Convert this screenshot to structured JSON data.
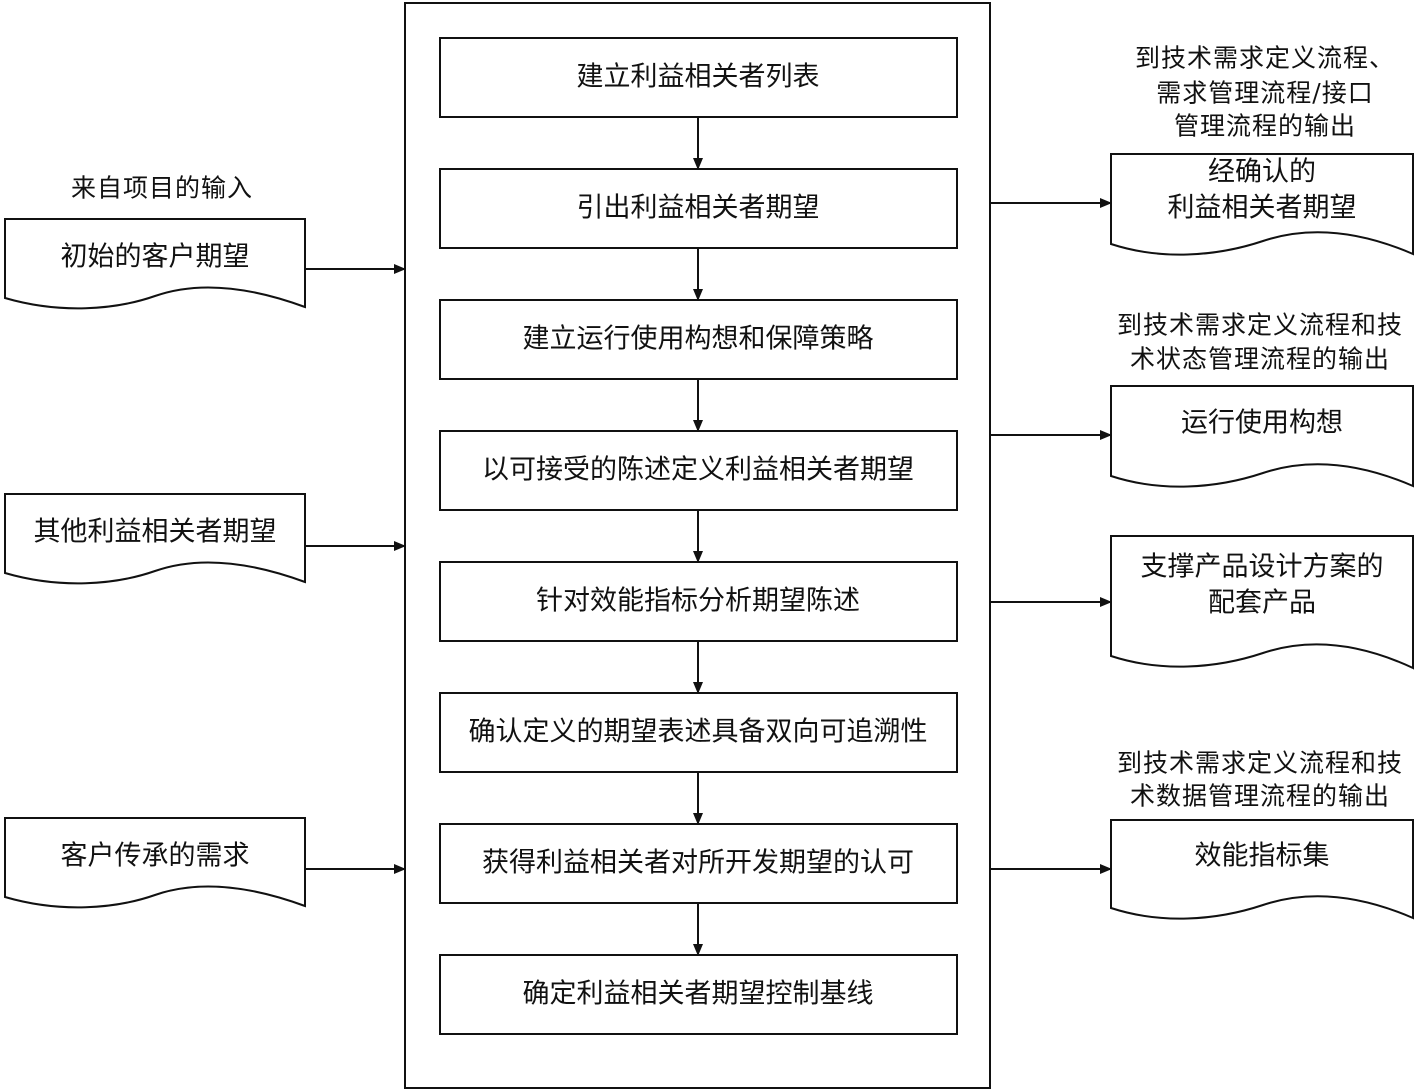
{
  "input_header": "来自项目的输入",
  "process_steps": [
    "建立利益相关者列表",
    "引出利益相关者期望",
    "建立运行使用构想和保障策略",
    "以可接受的陈述定义利益相关者期望",
    "针对效能指标分析期望陈述",
    "确认定义的期望表述具备双向可追溯性",
    "获得利益相关者对所开发期望的认可",
    "确定利益相关者期望控制基线"
  ],
  "inputs": [
    "初始的客户期望",
    "其他利益相关者期望",
    "客户传承的需求"
  ],
  "output_notes": [
    [
      "到技术需求定义流程、",
      "需求管理流程/接口",
      "管理流程的输出"
    ],
    [
      "到技术需求定义流程和技",
      "术状态管理流程的输出"
    ],
    [
      "到技术需求定义流程和技",
      "术数据管理流程的输出"
    ]
  ],
  "outputs": [
    [
      "经确认的",
      "利益相关者期望"
    ],
    [
      "运行使用构想"
    ],
    [
      "支撑产品设计方案的",
      "配套产品"
    ],
    [
      "效能指标集"
    ]
  ]
}
